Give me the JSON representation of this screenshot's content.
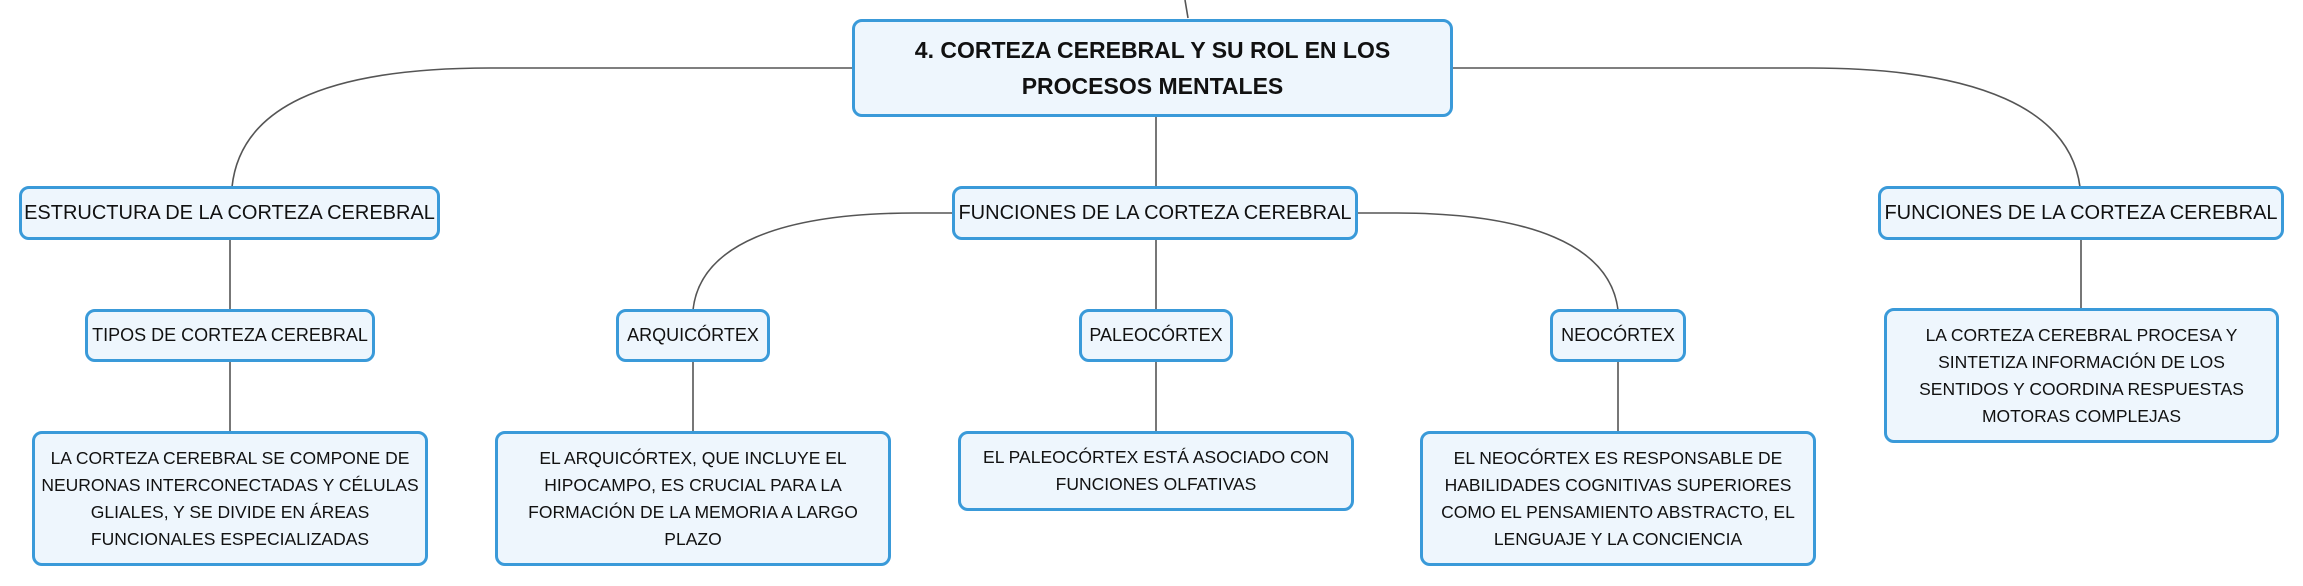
{
  "root": {
    "title": "4. CORTEZA CEREBRAL Y SU ROL EN LOS PROCESOS MENTALES"
  },
  "branches": {
    "estructura": {
      "label": "ESTRUCTURA DE LA CORTEZA CEREBRAL",
      "tipos": "TIPOS DE CORTEZA CEREBRAL",
      "tipos_text": "LA CORTEZA CEREBRAL SE COMPONE DE NEURONAS INTERCONECTADAS Y CÉLULAS GLIALES, Y SE DIVIDE EN ÁREAS FUNCIONALES ESPECIALIZADAS"
    },
    "funciones_center": {
      "label": "FUNCIONES DE LA CORTEZA CEREBRAL",
      "arquicortex": "ARQUICÓRTEX",
      "arquicortex_text": "EL ARQUICÓRTEX, QUE INCLUYE EL HIPOCAMPO, ES CRUCIAL PARA LA FORMACIÓN DE LA MEMORIA A LARGO PLAZO",
      "paleocortex": "PALEOCÓRTEX",
      "paleocortex_text": "EL PALEOCÓRTEX ESTÁ ASOCIADO CON FUNCIONES OLFATIVAS",
      "neocortex": "NEOCÓRTEX",
      "neocortex_text": "EL NEOCÓRTEX ES RESPONSABLE DE HABILIDADES COGNITIVAS SUPERIORES COMO EL PENSAMIENTO ABSTRACTO, EL LENGUAJE Y LA CONCIENCIA"
    },
    "funciones_right": {
      "label": "FUNCIONES DE LA CORTEZA CEREBRAL",
      "text": "LA CORTEZA CEREBRAL PROCESA Y SINTETIZA INFORMACIÓN DE LOS SENTIDOS Y COORDINA RESPUESTAS MOTORAS COMPLEJAS"
    }
  },
  "colors": {
    "border": "#3a9ad9",
    "fill": "#eef6fd",
    "line": "#555555"
  }
}
